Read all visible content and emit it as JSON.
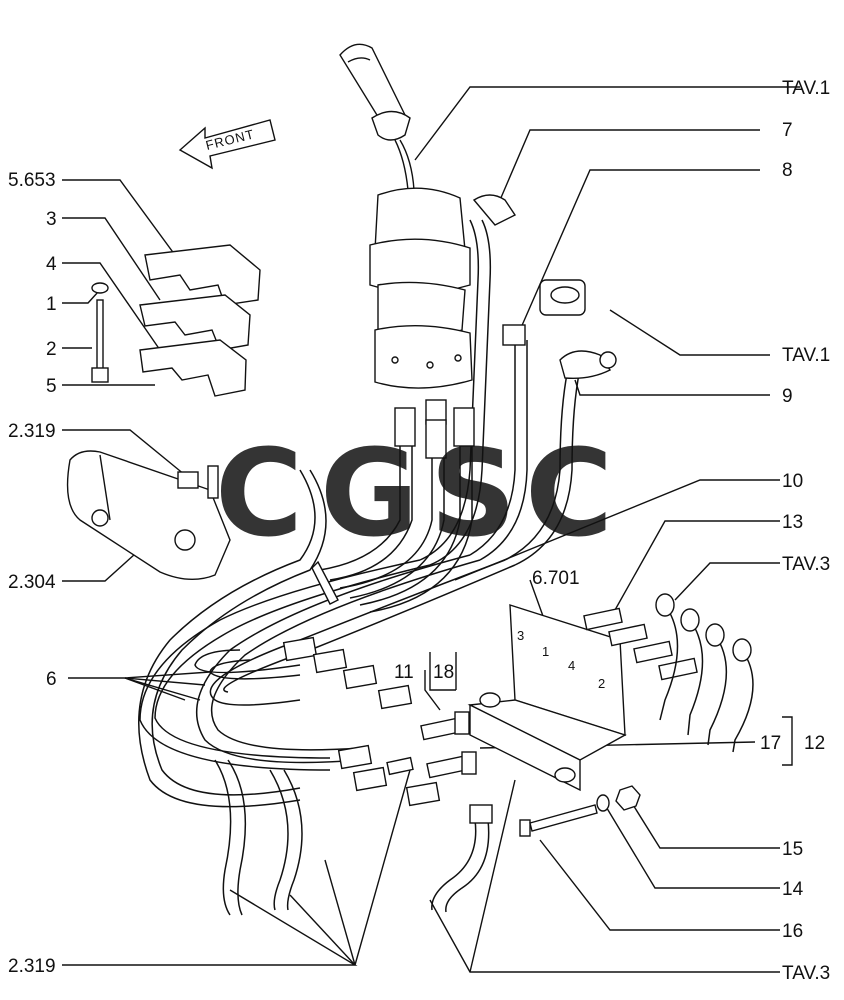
{
  "diagram": {
    "front_label": "FRONT",
    "callouts": [
      {
        "id": "tav1-top",
        "label": "TAV.1"
      },
      {
        "id": "p7",
        "label": "7"
      },
      {
        "id": "p8",
        "label": "8"
      },
      {
        "id": "p5653",
        "label": "5.653"
      },
      {
        "id": "p3",
        "label": "3"
      },
      {
        "id": "p4",
        "label": "4"
      },
      {
        "id": "p1",
        "label": "1"
      },
      {
        "id": "p2",
        "label": "2"
      },
      {
        "id": "p5",
        "label": "5"
      },
      {
        "id": "tav1-mid",
        "label": "TAV.1"
      },
      {
        "id": "p9",
        "label": "9"
      },
      {
        "id": "p2319-top",
        "label": "2.319"
      },
      {
        "id": "p10",
        "label": "10"
      },
      {
        "id": "p13",
        "label": "13"
      },
      {
        "id": "p2304",
        "label": "2.304"
      },
      {
        "id": "p6701",
        "label": "6.701"
      },
      {
        "id": "tav3-top",
        "label": "TAV.3"
      },
      {
        "id": "p6",
        "label": "6"
      },
      {
        "id": "p11",
        "label": "11"
      },
      {
        "id": "p18",
        "label": "18"
      },
      {
        "id": "p17",
        "label": "17"
      },
      {
        "id": "p12",
        "label": "12"
      },
      {
        "id": "p15",
        "label": "15"
      },
      {
        "id": "p14",
        "label": "14"
      },
      {
        "id": "p16",
        "label": "16"
      },
      {
        "id": "p2319-bot",
        "label": "2.319"
      },
      {
        "id": "tav3-bot",
        "label": "TAV.3"
      }
    ],
    "plate_ports": [
      "3",
      "1",
      "4",
      "2"
    ],
    "watermark": "CGSC",
    "watermark_colors": [
      "#4a86e8",
      "#e86a6a",
      "#f0c94a",
      "#4aa97a"
    ]
  }
}
